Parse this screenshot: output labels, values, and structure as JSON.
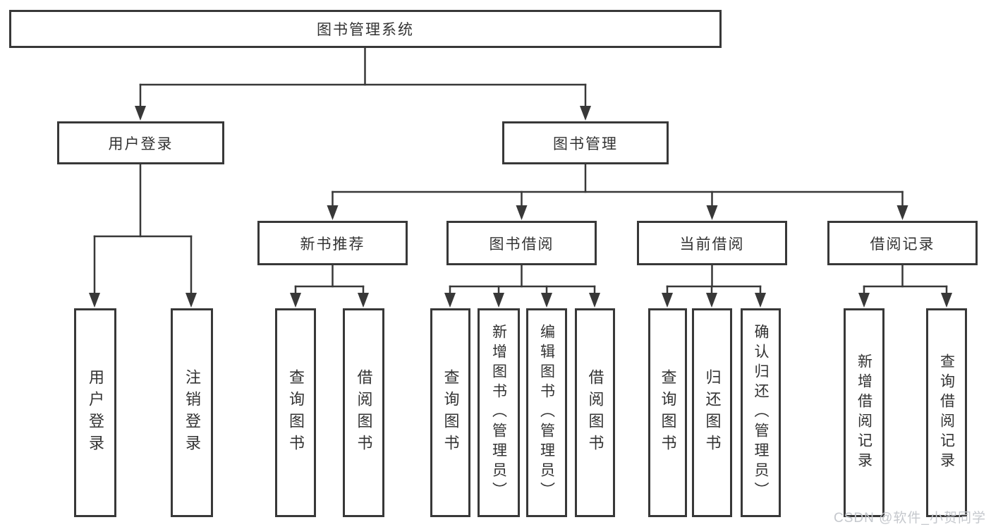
{
  "diagram": {
    "root": {
      "label": "图书管理系统"
    },
    "level2": [
      {
        "id": "user-login",
        "label": "用户登录",
        "parent": "图书管理系统"
      },
      {
        "id": "book-management",
        "label": "图书管理",
        "parent": "图书管理系统"
      }
    ],
    "level3": [
      {
        "id": "new-book-recommend",
        "label": "新书推荐",
        "parent": "图书管理"
      },
      {
        "id": "book-borrow",
        "label": "图书借阅",
        "parent": "图书管理"
      },
      {
        "id": "current-borrow",
        "label": "当前借阅",
        "parent": "图书管理"
      },
      {
        "id": "borrow-records",
        "label": "借阅记录",
        "parent": "图书管理"
      }
    ],
    "leaves": [
      {
        "label": "用户登录",
        "parent": "用户登录"
      },
      {
        "label": "注销登录",
        "parent": "用户登录"
      },
      {
        "label": "查询图书",
        "parent": "新书推荐"
      },
      {
        "label": "借阅图书",
        "parent": "新书推荐"
      },
      {
        "label": "查询图书",
        "parent": "图书借阅"
      },
      {
        "label": "新增图书（管理员）",
        "parent": "图书借阅"
      },
      {
        "label": "编辑图书（管理员）",
        "parent": "图书借阅"
      },
      {
        "label": "借阅图书",
        "parent": "图书借阅"
      },
      {
        "label": "查询图书",
        "parent": "当前借阅"
      },
      {
        "label": "归还图书",
        "parent": "当前借阅"
      },
      {
        "label": "确认归还（管理员）",
        "parent": "当前借阅"
      },
      {
        "label": "新增借阅记录",
        "parent": "借阅记录"
      },
      {
        "label": "查询借阅记录",
        "parent": "借阅记录"
      }
    ]
  },
  "watermark": "CSDN @软件_小贺同学",
  "colors": {
    "line": "#383838",
    "text": "#333333",
    "background": "#ffffff",
    "watermark": "#c5c8cd"
  }
}
